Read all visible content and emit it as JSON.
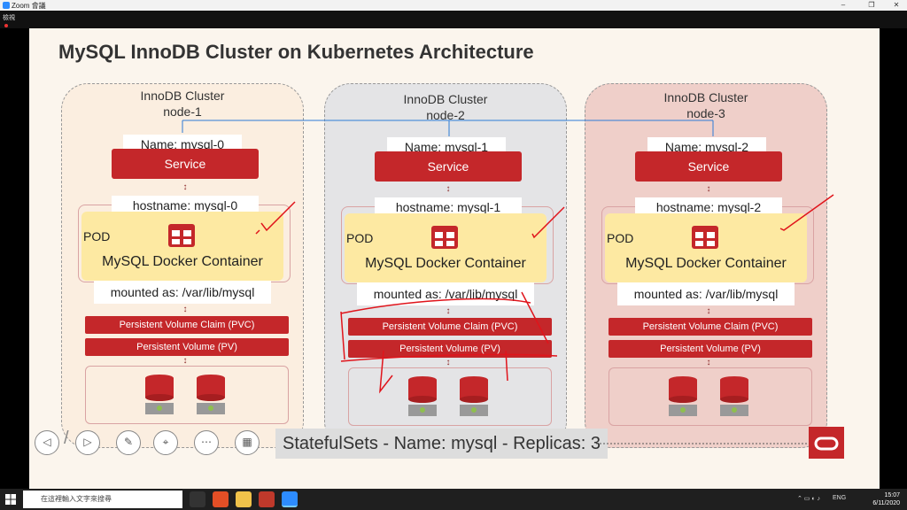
{
  "window": {
    "title": "Zoom 會議",
    "sub_label": "檢視"
  },
  "slide": {
    "title": "MySQL InnoDB Cluster on Kubernetes Architecture",
    "nodes": [
      {
        "title_line1": "InnoDB Cluster",
        "title_line2": "node-1",
        "name": "Name: mysql-0",
        "service": "Service",
        "hostname": "hostname: mysql-0",
        "pod": "POD",
        "container": "MySQL Docker Container",
        "mount": "mounted as: /var/lib/mysql",
        "pvc": "Persistent Volume Claim (PVC)",
        "pv": "Persistent Volume (PV)"
      },
      {
        "title_line1": "InnoDB Cluster",
        "title_line2": "node-2",
        "name": "Name: mysql-1",
        "service": "Service",
        "hostname": "hostname: mysql-1",
        "pod": "POD",
        "container": "MySQL Docker Container",
        "mount": "mounted as: /var/lib/mysql",
        "pvc": "Persistent Volume Claim (PVC)",
        "pv": "Persistent Volume (PV)"
      },
      {
        "title_line1": "InnoDB Cluster",
        "title_line2": "node-3",
        "name": "Name: mysql-2",
        "service": "Service",
        "hostname": "hostname: mysql-2",
        "pod": "POD",
        "container": "MySQL Docker Container",
        "mount": "mounted as: /var/lib/mysql",
        "pvc": "Persistent Volume Claim (PVC)",
        "pv": "Persistent Volume (PV)"
      }
    ],
    "caption": "StatefulSets - Name: mysql - Replicas: 3"
  },
  "taskbar": {
    "search_placeholder": "在這裡輸入文字來搜尋",
    "lang": "ENG",
    "time": "15:07",
    "date": "6/11/2020"
  },
  "colors": {
    "accent_red": "#c4272a",
    "node1_bg": "#fbeee0",
    "node2_bg": "#e4e4e6",
    "node3_bg": "#efcfc9",
    "container_yellow": "#fde9a2",
    "annotation_red": "#e0141b"
  }
}
